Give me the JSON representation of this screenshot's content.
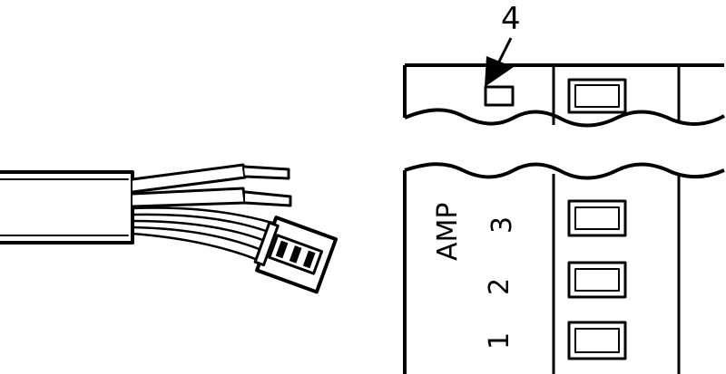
{
  "callout": {
    "number": "4"
  },
  "connector": {
    "brand": "AMP",
    "pins": [
      {
        "label": "3"
      },
      {
        "label": "2"
      },
      {
        "label": "1"
      }
    ]
  },
  "colors": {
    "line": "#000000",
    "fill": "#ffffff"
  }
}
